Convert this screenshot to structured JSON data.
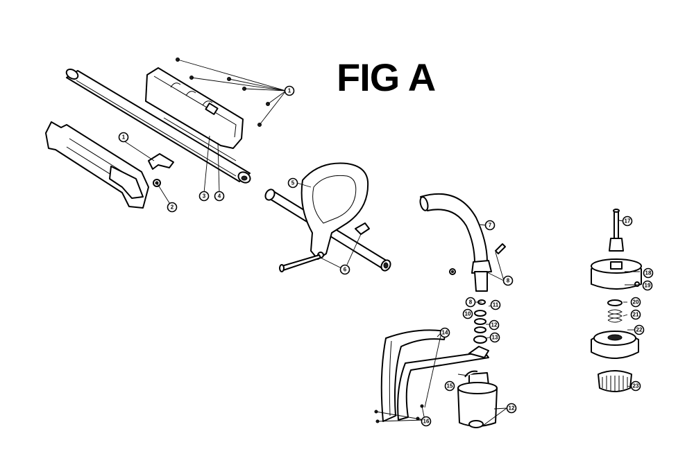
{
  "figure": {
    "title": "FIG A"
  },
  "callouts": [
    {
      "id": "c1a",
      "label": "1"
    },
    {
      "id": "c1b",
      "label": "1"
    },
    {
      "id": "c2",
      "label": "2"
    },
    {
      "id": "c3",
      "label": "3"
    },
    {
      "id": "c4",
      "label": "4"
    },
    {
      "id": "c5",
      "label": "5"
    },
    {
      "id": "c6",
      "label": "6"
    },
    {
      "id": "c7",
      "label": "7"
    },
    {
      "id": "c8a",
      "label": "8"
    },
    {
      "id": "c8b",
      "label": "8"
    },
    {
      "id": "c10",
      "label": "10"
    },
    {
      "id": "c11",
      "label": "11"
    },
    {
      "id": "c12a",
      "label": "12"
    },
    {
      "id": "c13",
      "label": "13"
    },
    {
      "id": "c12b",
      "label": "12"
    },
    {
      "id": "c14",
      "label": "14"
    },
    {
      "id": "c15",
      "label": "15"
    },
    {
      "id": "c16",
      "label": "16"
    },
    {
      "id": "c17",
      "label": "17"
    },
    {
      "id": "c18",
      "label": "18"
    },
    {
      "id": "c19",
      "label": "19"
    },
    {
      "id": "c20",
      "label": "20"
    },
    {
      "id": "c21",
      "label": "21"
    },
    {
      "id": "c22",
      "label": "22"
    },
    {
      "id": "c23",
      "label": "23"
    }
  ]
}
